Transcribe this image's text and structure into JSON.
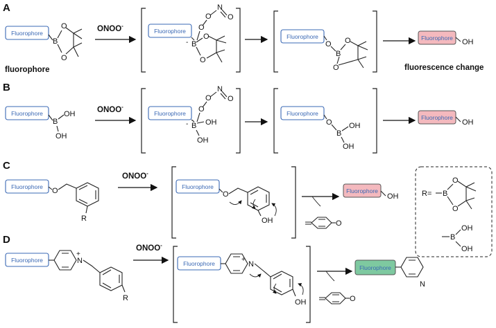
{
  "panels": {
    "a": "A",
    "b": "B",
    "c": "C",
    "d": "D"
  },
  "fluorophore": "Fluorophore",
  "reagent": "ONOO",
  "reagent_charge": "-",
  "captions": {
    "left": "fluorophore",
    "right": "fluorescence change"
  },
  "atoms": {
    "B": "B",
    "O": "O",
    "N": "N",
    "OH": "OH",
    "H": "H",
    "R": "R",
    "N_plus": "+"
  },
  "r_definition": "R=",
  "colors": {
    "fluorophore_text": "#3a68b4",
    "pink_box": "#f4b9be",
    "green_box": "#7ec9a0"
  }
}
